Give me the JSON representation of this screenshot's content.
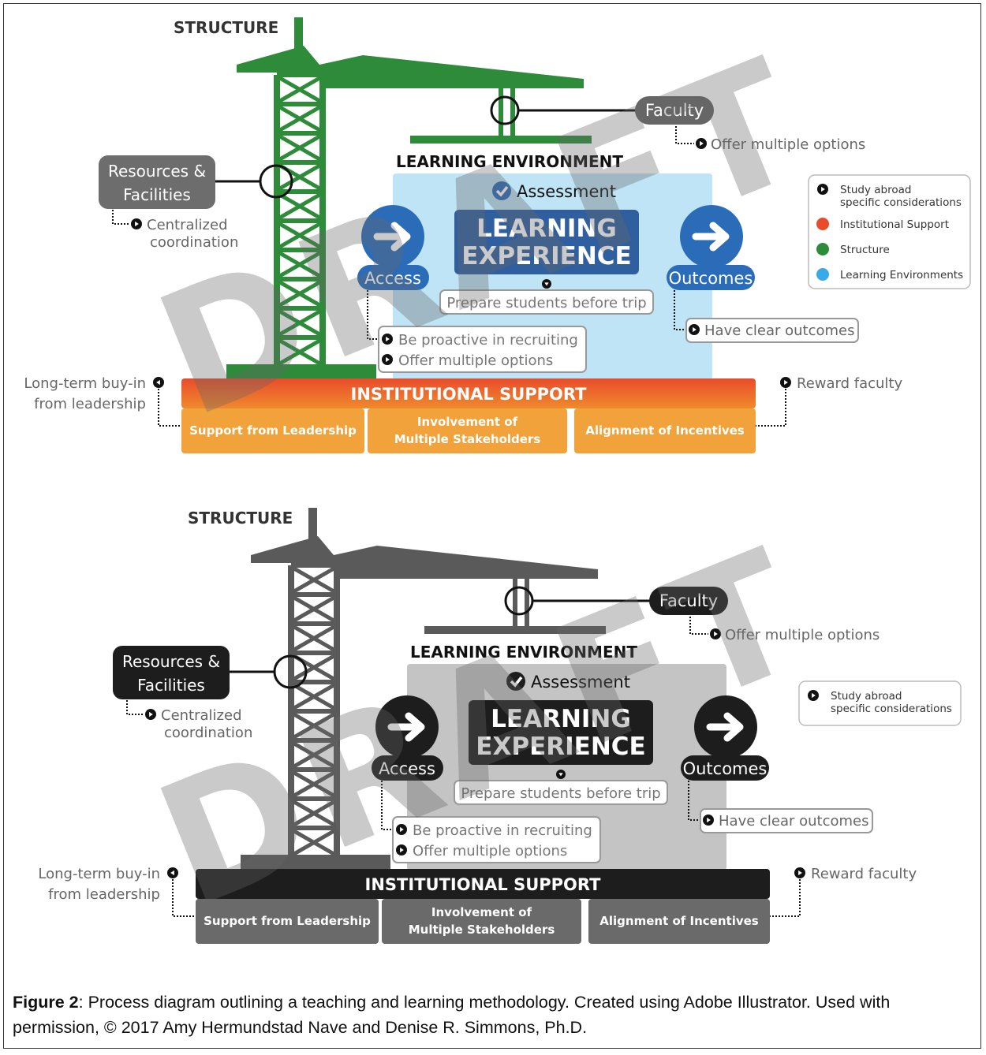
{
  "figure": {
    "caption_label": "Figure 2",
    "caption_sep": ": ",
    "caption_text": "Process diagram outlining a teaching and learning methodology. Created using Adobe Illustrator. Used with permission, © 2017 Amy Hermundstad Nave and Denise R. Simmons, Ph.D."
  },
  "watermark": "DRAFT",
  "diagram": {
    "structure": "STRUCTURE",
    "learning_environment": "LEARNING ENVIRONMENT",
    "assessment": "Assessment",
    "learning_experience": [
      "LEARNING",
      "EXPERIENCE"
    ],
    "access": "Access",
    "outcomes": "Outcomes",
    "faculty": "Faculty",
    "faculty_note": "Offer multiple options",
    "resources": [
      "Resources &",
      "Facilities"
    ],
    "resources_note": [
      "Centralized",
      "coordination"
    ],
    "prepare": "Prepare students before trip",
    "access_notes": [
      "Be proactive in recruiting",
      "Offer multiple options"
    ],
    "outcomes_note": "Have clear outcomes",
    "institutional_support": "INSTITUTIONAL SUPPORT",
    "pillars": [
      "Support from Leadership",
      [
        "Involvement of",
        "Multiple Stakeholders"
      ],
      "Alignment of Incentives"
    ],
    "left_note": [
      "Long-term buy-in",
      "from leadership"
    ],
    "right_note": "Reward faculty"
  },
  "legend_full": [
    {
      "label": [
        "Study abroad",
        "specific considerations"
      ],
      "marker": "arrow-circle",
      "color": "#222222"
    },
    {
      "label": [
        "Institutional Support"
      ],
      "marker": "dot",
      "color": "#e84c2b"
    },
    {
      "label": [
        "Structure"
      ],
      "marker": "dot",
      "color": "#2e8b3a"
    },
    {
      "label": [
        "Learning Environments"
      ],
      "marker": "dot",
      "color": "#3aa9e8"
    }
  ],
  "legend_gray": [
    {
      "label": [
        "Study abroad",
        "specific considerations"
      ],
      "marker": "arrow-circle",
      "color": "#222222"
    }
  ],
  "themes": {
    "color": {
      "crane": "#2e8b3a",
      "env": "#bfe4f6",
      "dark_box": "#2f5f9f",
      "circle": "#2b6cb8",
      "top_bar": "#e84c2b",
      "pillar": "#f2a23a",
      "pillar_text": "#ffffff",
      "faculty_box": "#666666",
      "resources_box": "#6d6d6d",
      "bar_gradient": true
    },
    "gray": {
      "crane": "#5a5a5a",
      "env": "#c4c4c4",
      "dark_box": "#1d1d1d",
      "circle": "#1d1d1d",
      "top_bar": "#1d1d1d",
      "pillar": "#6a6a6a",
      "pillar_text": "#ffffff",
      "faculty_box": "#1d1d1d",
      "resources_box": "#1d1d1d",
      "bar_gradient": false
    }
  }
}
